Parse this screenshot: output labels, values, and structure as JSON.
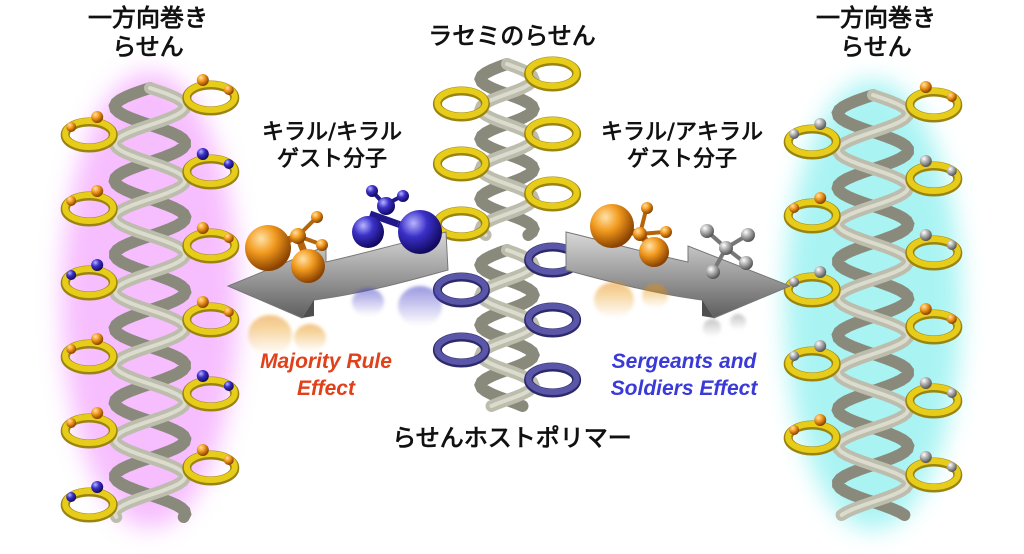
{
  "labels": {
    "left_top_line1": "一方向巻き",
    "left_top_line2": "らせん",
    "right_top_line1": "一方向巻き",
    "right_top_line2": "らせん",
    "center_top": "ラセミのらせん",
    "left_guest_line1": "キラル/キラル",
    "left_guest_line2": "ゲスト分子",
    "right_guest_line1": "キラル/アキラル",
    "right_guest_line2": "ゲスト分子",
    "majority_line1": "Majority Rule",
    "majority_line2": "Effect",
    "sergeants_line1": "Sergeants and",
    "sergeants_line2": "Soldiers Effect",
    "bottom_center": "らせんホストポリマー"
  },
  "colors": {
    "majority": "#e0401a",
    "sergeants": "#3a3ad8",
    "ring_gold": "#e8cc1a",
    "ring_purple": "#5a56a8",
    "backbone": "#bdbdad",
    "orange_molecule": "#e58a12",
    "blue_molecule": "#2a24a8",
    "gray_molecule": "#9a9a9a",
    "glow_left": "#f4a8ff",
    "glow_right": "#8ef0f0"
  }
}
